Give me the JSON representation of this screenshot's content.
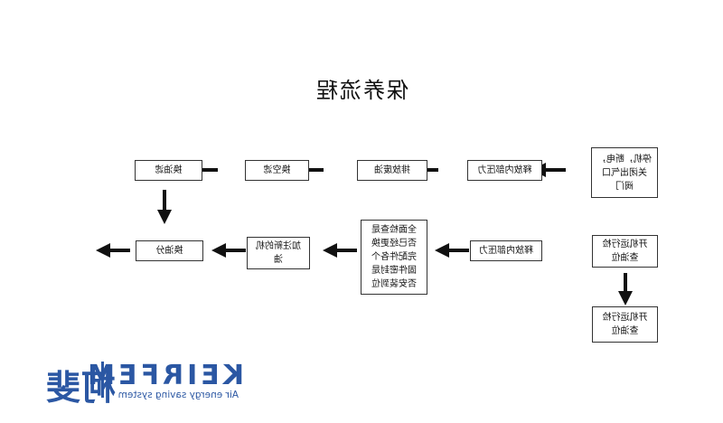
{
  "diagram": {
    "title": "保养流程",
    "steps": {
      "s1": "停机，断电，\n关闭出气口\n阀门",
      "s2": "释放内部压力",
      "s3": "排放废油",
      "s4": "换空滤",
      "s5": "换油滤",
      "s6": "换油分",
      "s7": "加注新的机\n油",
      "s8": "全面检查是\n否已经更换\n完配件各个\n固件密封是\n否安装到位",
      "s9": "释放内部压力",
      "s10": "开机运行检\n查油位",
      "s11": "开机运行检\n查油位"
    }
  },
  "logo": {
    "chinese": "柯斐",
    "brand": "KEIRFEM",
    "tagline": "Air energy saving system",
    "color": "#2b57a3"
  }
}
